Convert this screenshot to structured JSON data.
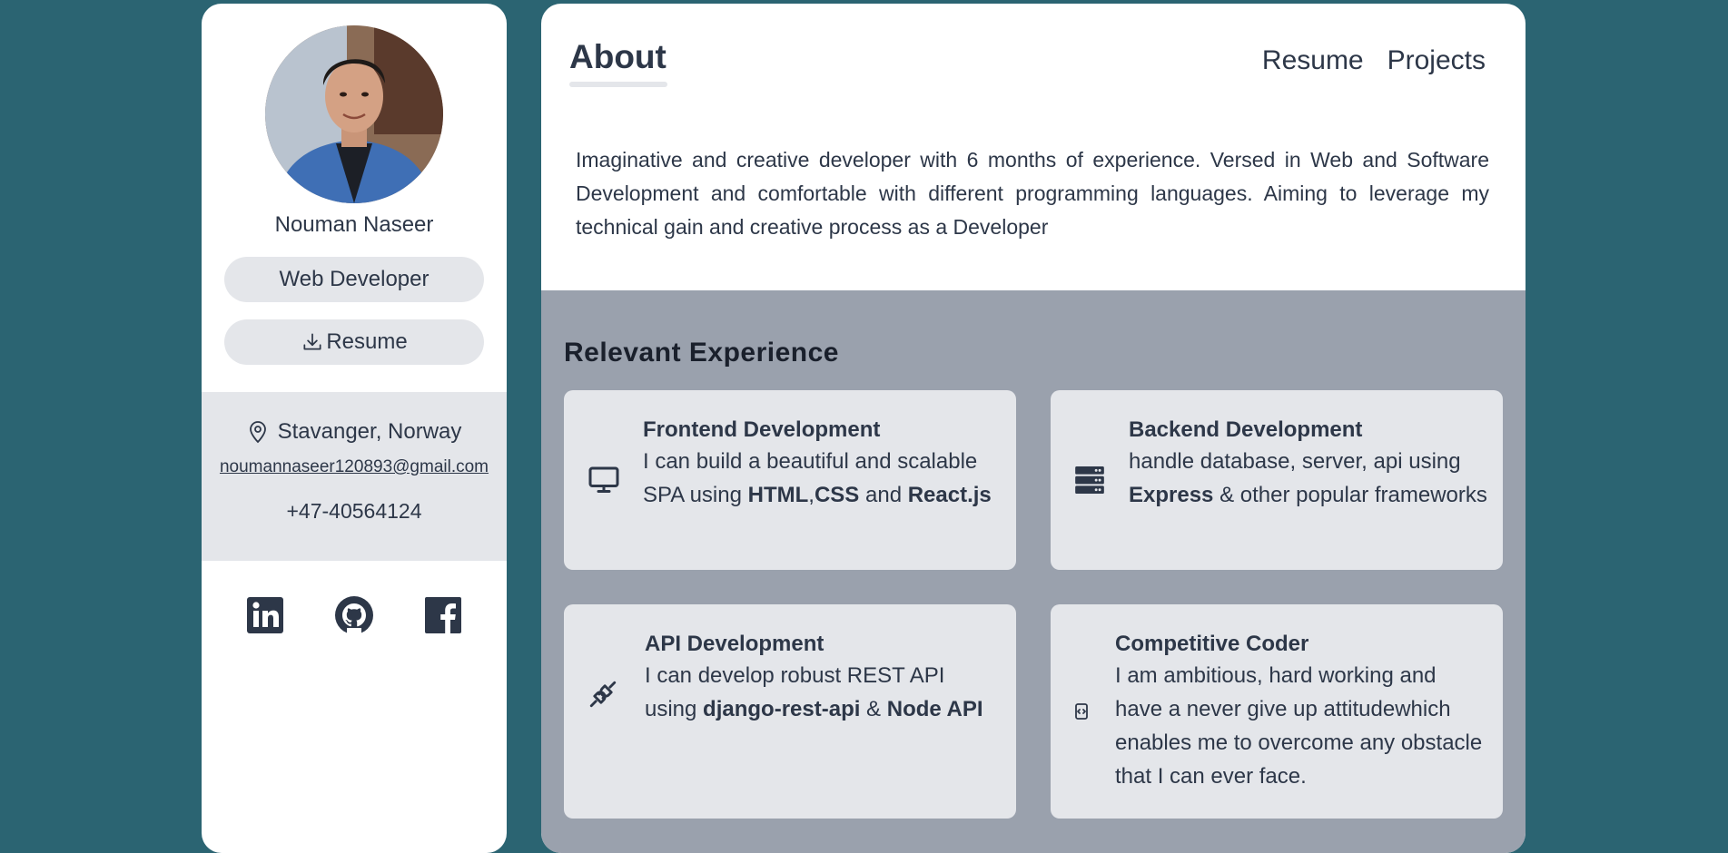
{
  "profile": {
    "name": "Nouman Naseer",
    "role_label": "Web Developer",
    "resume_button_label": "Resume",
    "location": "Stavanger, Norway",
    "email": "noumannaseer120893@gmail.com",
    "phone": "+47-40564124"
  },
  "socials": [
    {
      "icon": "linkedin-icon"
    },
    {
      "icon": "github-icon"
    },
    {
      "icon": "facebook-icon"
    }
  ],
  "header": {
    "title": "About",
    "nav": [
      "Resume",
      "Projects"
    ]
  },
  "about": {
    "text": "Imaginative and creative developer with 6 months of experience. Versed in Web and Software Development and comfortable with different programming languages. Aiming to leverage my technical gain and creative process as a Developer"
  },
  "experience": {
    "title": "Relevant Experience",
    "cards": [
      {
        "icon": "monitor-icon",
        "title": "Frontend Development",
        "desc_pre": "I can build a beautiful and scalable SPA using ",
        "b1": "HTML",
        "mid1": ",",
        "b2": "CSS",
        "mid2": " and ",
        "b3": "React.js"
      },
      {
        "icon": "server-icon",
        "title": "Backend Development",
        "desc_pre": "handle database, server, api using ",
        "b1": "Express",
        "desc_post": " & other popular frameworks"
      },
      {
        "icon": "plug-icon",
        "title": "API Development",
        "desc_pre": "I can develop robust REST API using ",
        "b1": "django-rest-api",
        "mid1": " & ",
        "b2": "Node API"
      },
      {
        "icon": "code-icon",
        "title": "Competitive Coder",
        "desc": "I am ambitious, hard working and have a never give up attitudewhich enables me to overcome any obstacle that I can ever face."
      }
    ]
  },
  "colors": {
    "page_bg": "#2b6472",
    "card_bg": "#e4e6ea",
    "experience_bg": "#9aa1ad",
    "text": "#2d3748"
  }
}
